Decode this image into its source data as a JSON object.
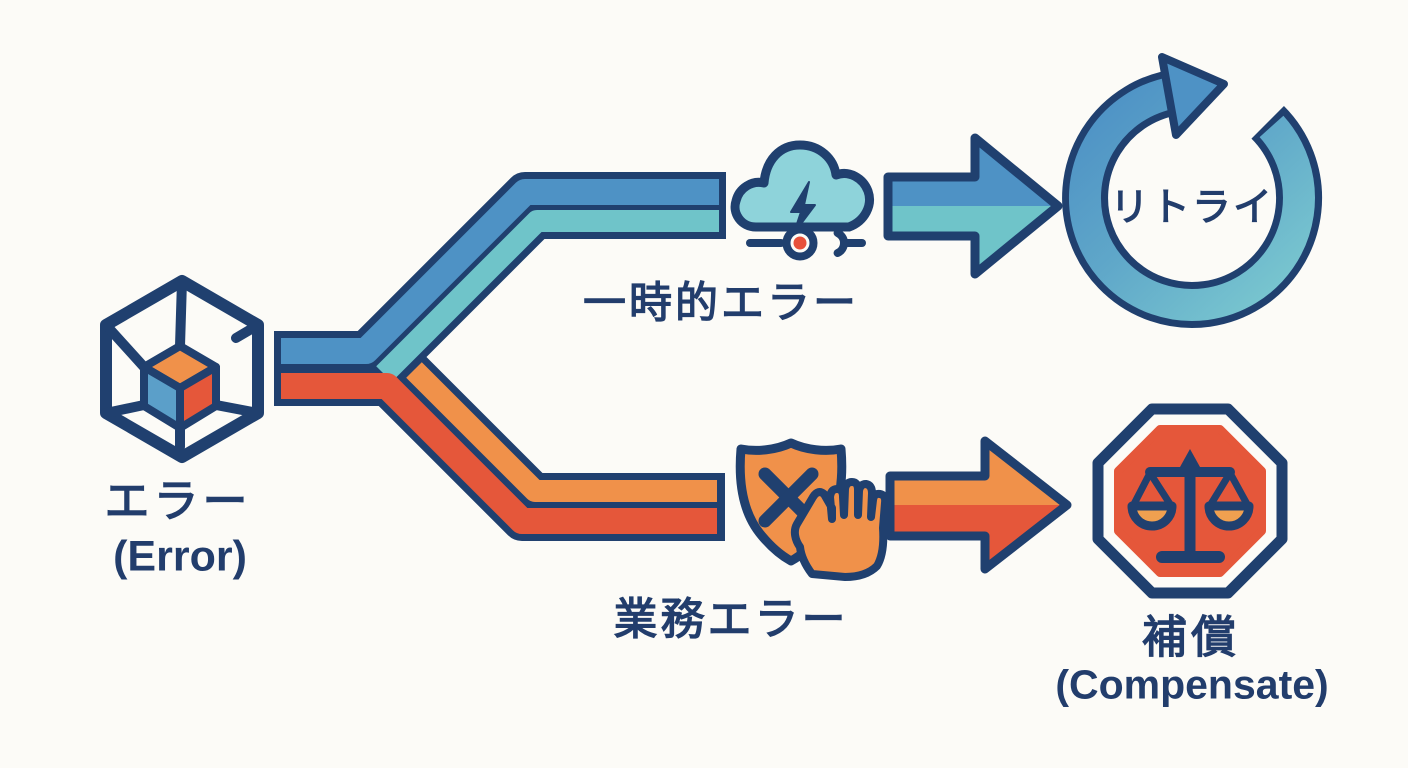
{
  "palette": {
    "background": "#fcfbf7",
    "outline_navy": "#20406f",
    "text_navy": "#223d6c",
    "blue": "#4e92c5",
    "teal": "#6fc4c9",
    "cloud_teal": "#8ed3da",
    "orange": "#f0914a",
    "red": "#e5573a",
    "dot_red": "#e8503a",
    "pan_orange": "#f0a050"
  },
  "source": {
    "label_jp": "エラー",
    "label_en": "(Error)",
    "icon": "cube-in-hexagon"
  },
  "branch_transient": {
    "label": "一時的エラー",
    "icon": "cloud-lightning-disconnect",
    "outcome": {
      "label": "リトライ",
      "icon": "retry-circular-arrow"
    }
  },
  "branch_business": {
    "label": "業務エラー",
    "icon": "shield-x-stop-hand",
    "outcome": {
      "label_jp": "補償",
      "label_en": "(Compensate)",
      "icon": "stop-octagon-scales"
    }
  }
}
